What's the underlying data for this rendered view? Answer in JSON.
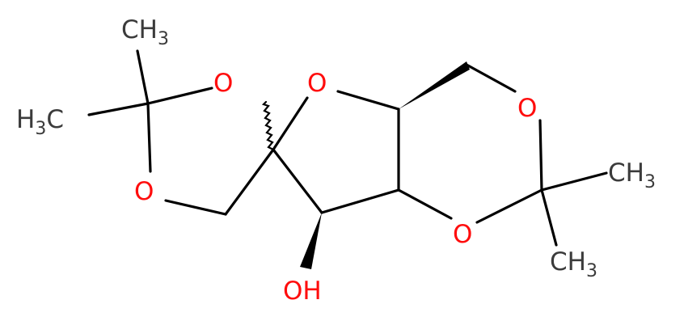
{
  "colors": {
    "bond": "#000000",
    "carbon_label": "#3b3b3b",
    "oxygen": "#ff0d0d"
  },
  "atoms": {
    "ch3_top_left": {
      "main": "CH",
      "sub": "3"
    },
    "ch3_left": {
      "main": "H",
      "sub": "3",
      "tail": "C"
    },
    "o_dioxolane_top": "O",
    "o_dioxolane_bottom": "O",
    "o_furanose": "O",
    "o_dioxane_top": "O",
    "o_dioxane_bottom": "O",
    "ch3_right_top": {
      "main": "CH",
      "sub": "3"
    },
    "ch3_right_bottom": {
      "main": "CH",
      "sub": "3"
    },
    "hydroxyl": "OH"
  }
}
